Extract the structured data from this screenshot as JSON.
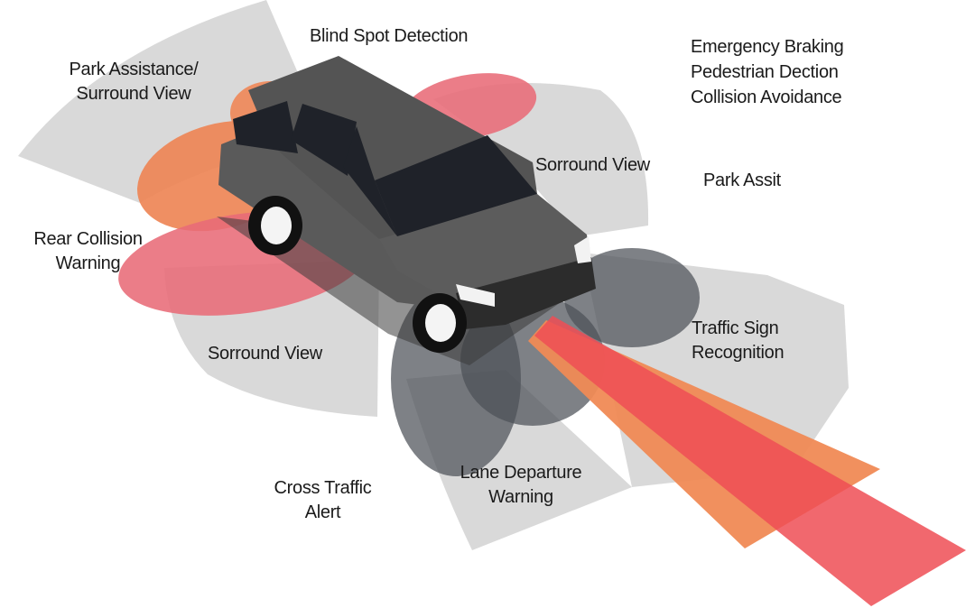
{
  "labels": {
    "blind_spot": "Blind Spot Detection",
    "park_assist_surround": [
      "Park Assistance/",
      "Surround View"
    ],
    "emergency": [
      "Emergency Braking",
      "Pedestrian Dection",
      "Collision Avoidance"
    ],
    "surround_front": "Sorround View",
    "park_assit": "Park Assit",
    "rear_collision": [
      "Rear Collision",
      "Warning"
    ],
    "traffic_sign": [
      "Traffic Sign",
      "Recognition"
    ],
    "surround_rear": "Sorround View",
    "cross_traffic": [
      "Cross Traffic",
      "Alert"
    ],
    "lane_departure": [
      "Lane Departure",
      "Warning"
    ]
  },
  "colors": {
    "sensor_grey": "#d9d9d9",
    "zone_orange": "#ee8656",
    "zone_pink": "#e86b78",
    "beam_orange": "#f08a55",
    "beam_red": "#ee4d55",
    "camera_dark": "#4c5058",
    "car_body": "#5e5e5e",
    "car_glass": "#1f2229"
  }
}
